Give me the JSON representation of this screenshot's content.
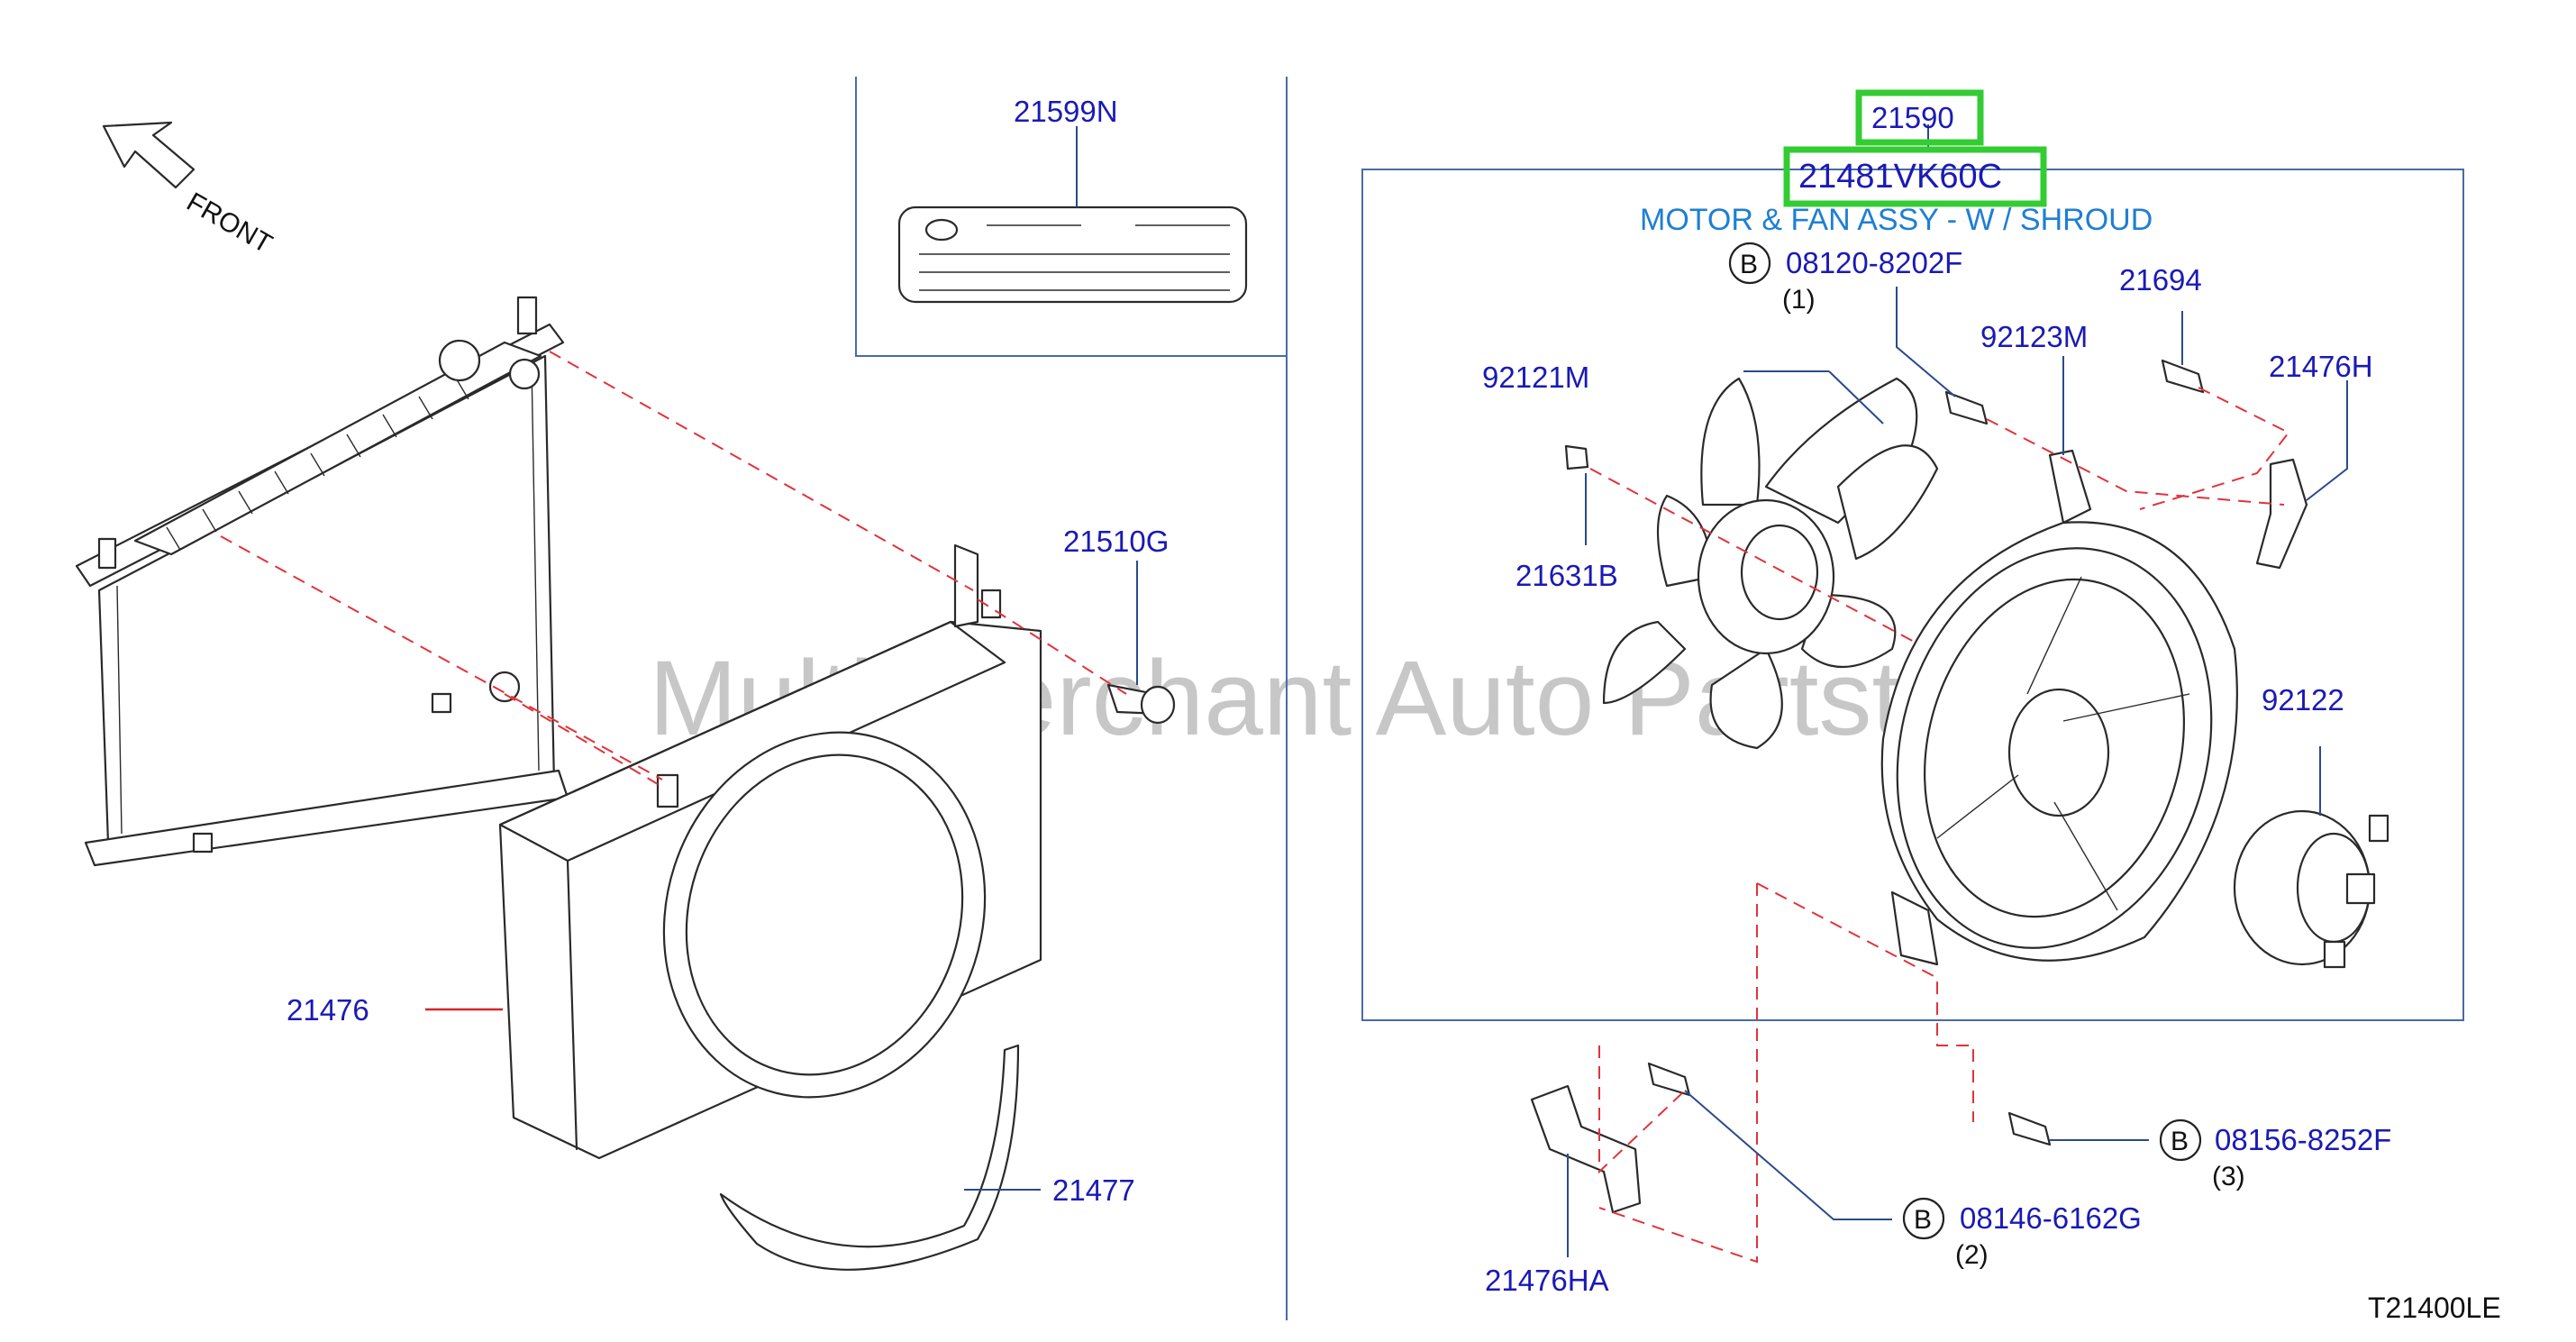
{
  "diagram": {
    "front_label": "FRONT",
    "watermark": "Multi-Merchant Auto Partstore",
    "reference_code": "T21400LE",
    "assembly_title": "MOTOR & FAN ASSY - W / SHROUD",
    "highlight_color": "#33cc33",
    "label_color": "#1a1ab4",
    "parts": {
      "p21599N": "21599N",
      "p21510G": "21510G",
      "p21476": "21476",
      "p21477": "21477",
      "p21590": "21590",
      "p21481VK60C": "21481VK60C",
      "p92121M": "92121M",
      "p21631B": "21631B",
      "p92123M": "92123M",
      "p21694": "21694",
      "p21476H": "21476H",
      "p92122": "92122",
      "p21476HA": "21476HA"
    },
    "bolts": {
      "b1": {
        "badge": "B",
        "number": "08120-8202F",
        "qty": "(1)"
      },
      "b2": {
        "badge": "B",
        "number": "08146-6162G",
        "qty": "(2)"
      },
      "b3": {
        "badge": "B",
        "number": "08156-8252F",
        "qty": "(3)"
      }
    }
  }
}
